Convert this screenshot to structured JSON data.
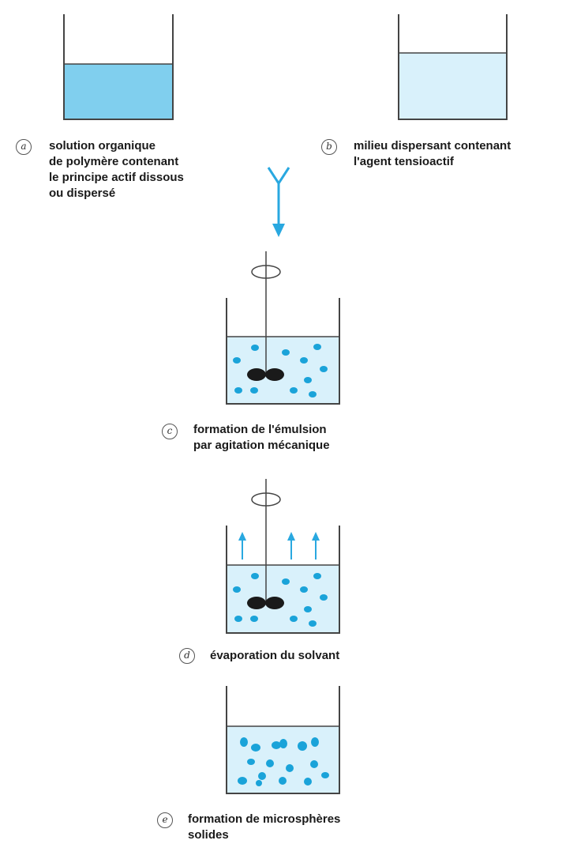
{
  "steps": {
    "a": {
      "marker": "a",
      "lines": [
        "solution organique",
        "de polymère contenant",
        "le principe actif dissous",
        "ou dispersé"
      ]
    },
    "b": {
      "marker": "b",
      "lines": [
        "milieu dispersant contenant",
        "l'agent tensioactif"
      ]
    },
    "c": {
      "marker": "c",
      "lines": [
        "formation de l'émulsion",
        "par agitation mécanique"
      ]
    },
    "d": {
      "marker": "d",
      "lines": [
        "évaporation du solvant"
      ]
    },
    "e": {
      "marker": "e",
      "lines": [
        "formation de microsphères",
        "solides"
      ]
    }
  },
  "colors": {
    "organic_solution": "#80cfee",
    "dispersing_medium": "#d9f1fb",
    "droplet": "#1aa3d9",
    "arrow": "#29a8e0",
    "stirrer_blades": "#1a1a1a",
    "outline": "#444444"
  }
}
